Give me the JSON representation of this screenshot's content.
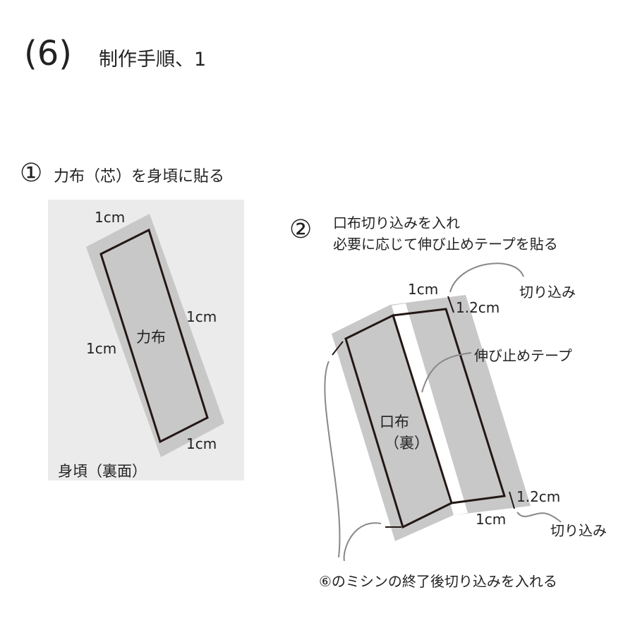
{
  "title": {
    "number": "(6)",
    "text": "制作手順、1"
  },
  "step1": {
    "marker": "①",
    "heading": "力布（芯）を身頃に貼る",
    "label_top": "1cm",
    "label_right": "1cm",
    "label_left": "1cm",
    "label_bottom": "1cm",
    "center": "力布",
    "base": "身頃（裏面）"
  },
  "step2": {
    "marker": "②",
    "heading_line1": "口布切り込みを入れ",
    "heading_line2": "必要に応じて伸び止めテープを貼る",
    "top_1cm": "1cm",
    "top_12cm": "1.2cm",
    "top_notch": "切り込み",
    "tape": "伸び止めテープ",
    "center_line1": "口布",
    "center_line2": "（裏）",
    "bottom_12cm": "1.2cm",
    "bottom_1cm": "1cm",
    "bottom_notch": "切り込み",
    "footer": "⑥のミシンの終了後切り込みを入れる"
  },
  "colors": {
    "panel": "#ebebeb",
    "fabric": "#c8c8c8",
    "outline": "#231815",
    "leader": "#888888"
  }
}
